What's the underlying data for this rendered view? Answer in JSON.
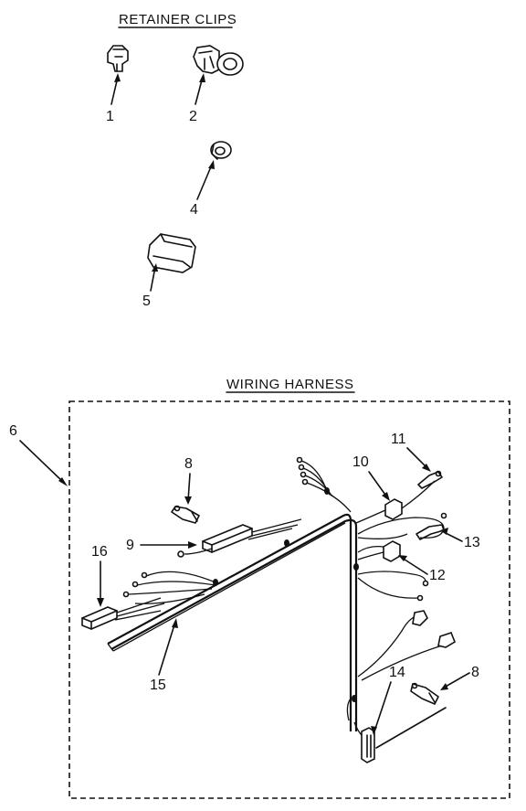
{
  "sections": {
    "retainer_clips_title": "RETAINER CLIPS",
    "wiring_harness_title": "WIRING HARNESS"
  },
  "callouts": {
    "c1": "1",
    "c2": "2",
    "c4": "4",
    "c5": "5",
    "c6": "6",
    "c8a": "8",
    "c8b": "8",
    "c9": "9",
    "c10": "10",
    "c11": "11",
    "c12": "12",
    "c13": "13",
    "c14": "14",
    "c15": "15",
    "c16": "16"
  }
}
